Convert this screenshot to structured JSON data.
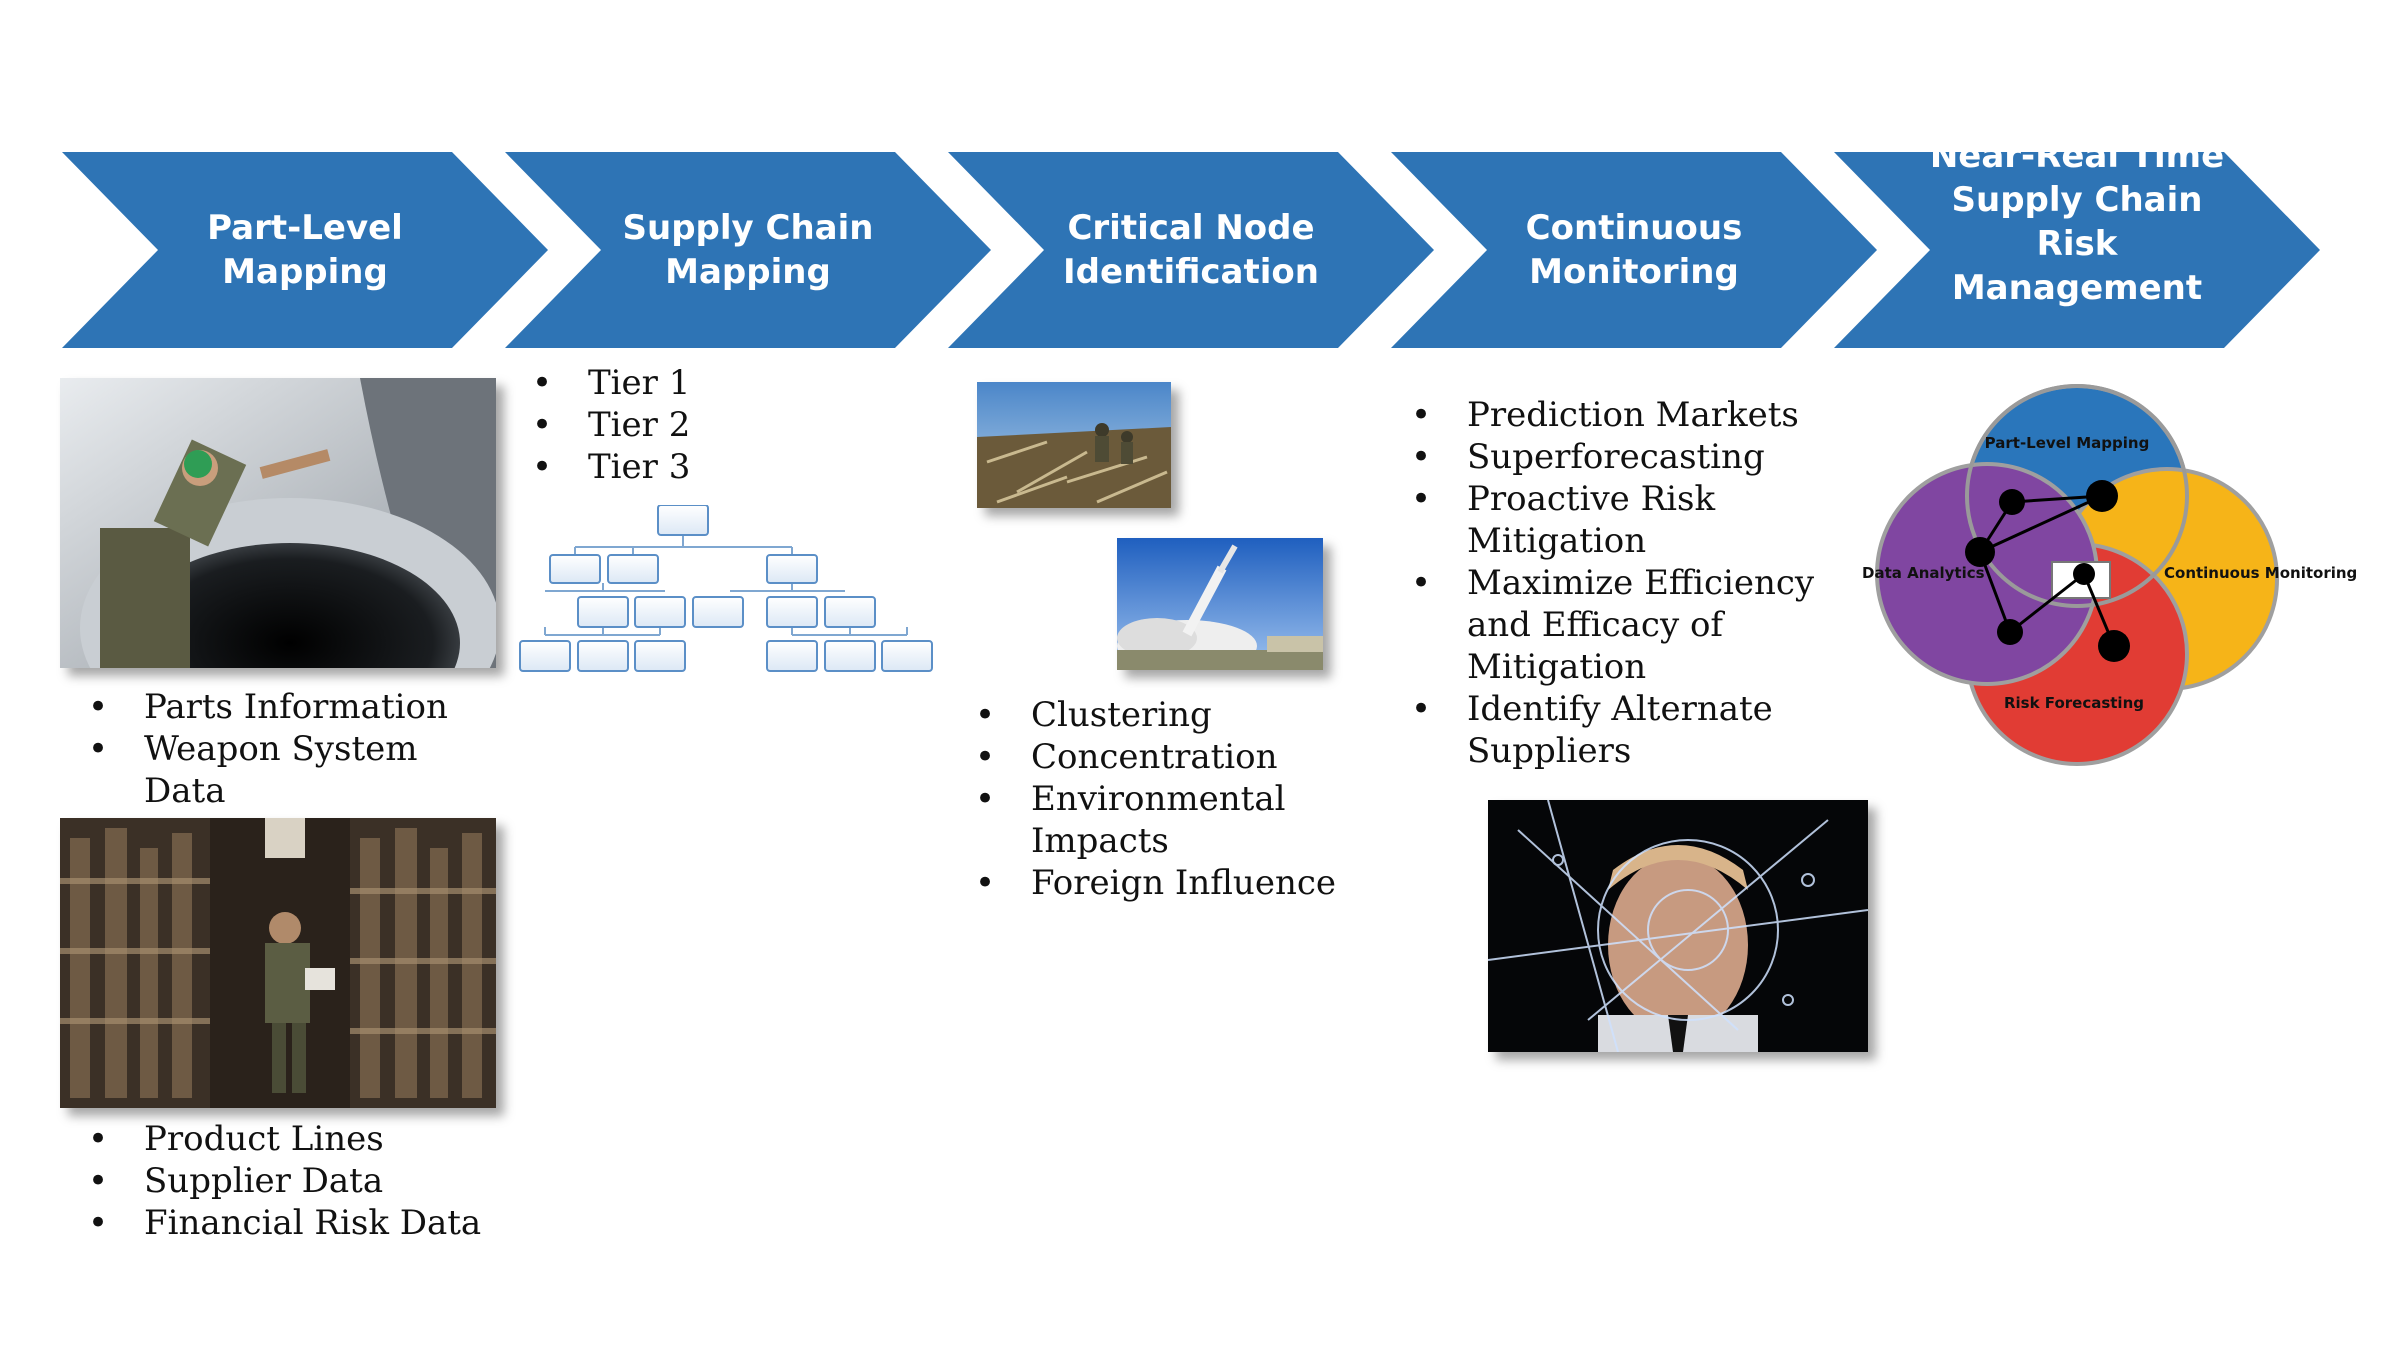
{
  "colors": {
    "chevron": "#2e74b5",
    "chevron_text": "#ffffff",
    "venn_blue": "#1f6fb8",
    "venn_yellow": "#f6b10c",
    "venn_red": "#e0322a",
    "venn_purple": "#7a3d9c"
  },
  "chevrons": [
    {
      "label": "Part-Level\nMapping"
    },
    {
      "label": "Supply Chain\nMapping"
    },
    {
      "label": "Critical Node\nIdentification"
    },
    {
      "label": "Continuous\nMonitoring"
    },
    {
      "label": "Near-Real Time\nSupply Chain\nRisk\nManagement"
    }
  ],
  "part_level": {
    "photo1_icon": "mechanic-jet-engine-photo",
    "bullets1": [
      "Parts Information",
      "Weapon System Data"
    ],
    "photo2_icon": "warehouse-parts-photo",
    "bullets2": [
      "Product Lines",
      "Supplier Data",
      "Financial Risk Data"
    ]
  },
  "supply_chain": {
    "tiers": [
      "Tier 1",
      "Tier 2",
      "Tier 3"
    ],
    "diagram_icon": "supplier-tier-tree-icon"
  },
  "critical_node": {
    "photo1_icon": "soldiers-debris-photo",
    "photo2_icon": "missile-launch-photo",
    "bullets": [
      "Clustering",
      "Concentration",
      "Environmental Impacts",
      "Foreign Influence"
    ]
  },
  "monitoring": {
    "bullets": [
      "Prediction Markets",
      "Superforecasting",
      "Proactive Risk Mitigation",
      "Maximize Efficiency and Efficacy of Mitigation",
      "Identify Alternate Suppliers"
    ],
    "photo_icon": "airman-radar-screen-photo"
  },
  "venn": {
    "top": "Part-Level Mapping",
    "left": "Data Analytics",
    "right": "Continuous Monitoring",
    "bottom": "Risk Forecasting"
  }
}
